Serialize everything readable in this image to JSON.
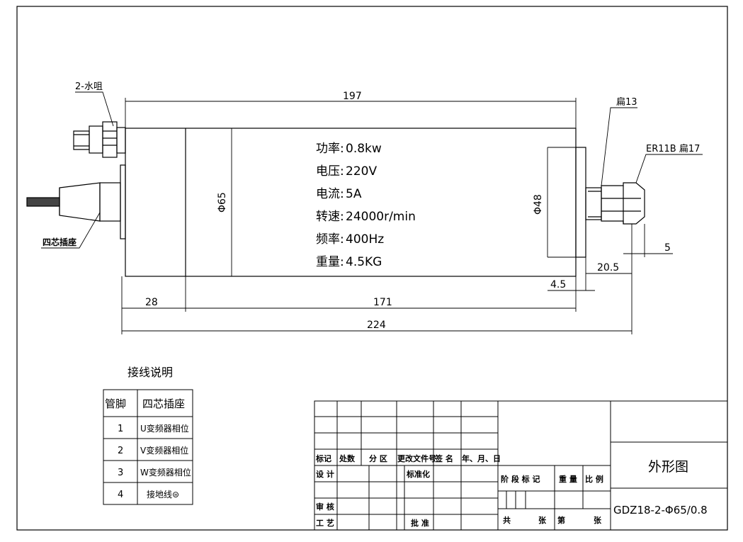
{
  "dimensions": {
    "total_length_main": "197",
    "diameter_body": "Φ65",
    "diameter_nose": "Φ48",
    "rear_length": "28",
    "body_length": "171",
    "total_length": "224",
    "shaft_length": "20.5",
    "flange_thickness": "4.5",
    "shaft_tip": "5"
  },
  "callouts": {
    "water_nozzle": "2-水咀",
    "connector": "四芯插座",
    "flat13": "扁13",
    "collet": "ER11B 扁17"
  },
  "specs": [
    {
      "label": "功率:",
      "value": "0.8kw"
    },
    {
      "label": "电压:",
      "value": "220V"
    },
    {
      "label": "电流:",
      "value": "5A"
    },
    {
      "label": "转速:",
      "value": "24000r/min"
    },
    {
      "label": "频率:",
      "value": "400Hz"
    },
    {
      "label": "重量:",
      "value": "4.5KG"
    }
  ],
  "wiring": {
    "title": "接线说明",
    "headers": [
      "管脚",
      "四芯插座"
    ],
    "rows": [
      {
        "pin": "1",
        "desc": "U变频器相位"
      },
      {
        "pin": "2",
        "desc": "V变频器相位"
      },
      {
        "pin": "3",
        "desc": "W变频器相位"
      },
      {
        "pin": "4",
        "desc": "接地线⊜"
      }
    ]
  },
  "title_block": {
    "mark": "标记",
    "count": "处数",
    "zone": "分 区",
    "change_doc": "更改文件号",
    "sign": "签 名",
    "date": "年、月、日",
    "design": "设 计",
    "standardize": "标准化",
    "stage_mark": "阶 段 标 记",
    "weight": "重 量",
    "ratio": "比 例",
    "review": "审 核",
    "process": "工 艺",
    "approve": "批 准",
    "total": "共",
    "sheets1": "张",
    "sheet_no": "第",
    "sheets2": "张",
    "drawing_name": "外形图",
    "drawing_no": "GDZ18-2-Φ65/0.8"
  }
}
